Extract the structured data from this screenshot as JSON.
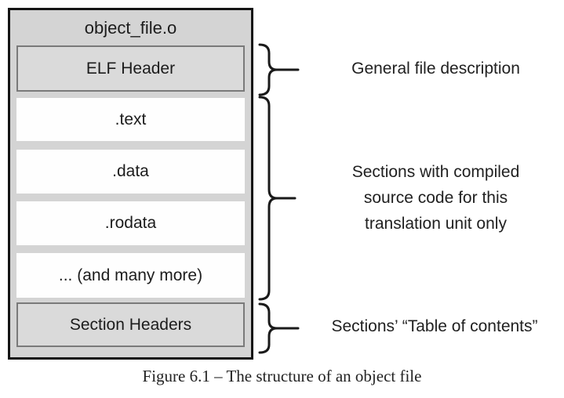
{
  "figure": {
    "title": "object_file.o",
    "boxes": {
      "elf_header": "ELF Header",
      "text": ".text",
      "data": ".data",
      "rodata": ".rodata",
      "more": "... (and many more)",
      "section_headers": "Section Headers"
    },
    "annotations": {
      "general": "General file description",
      "sections_line1": "Sections with compiled",
      "sections_line2": "source code for this",
      "sections_line3": "translation unit only",
      "toc": "Sections’ “Table of contents”"
    },
    "caption": "Figure 6.1 – The structure of an object file",
    "colors": {
      "outer_fill": "#d4d4d4",
      "gray_box_fill": "#dadada",
      "gray_box_border": "#7a7a7a",
      "white_box_fill": "#fefefe",
      "outline": "#141414",
      "text": "#1c1c1c"
    }
  }
}
